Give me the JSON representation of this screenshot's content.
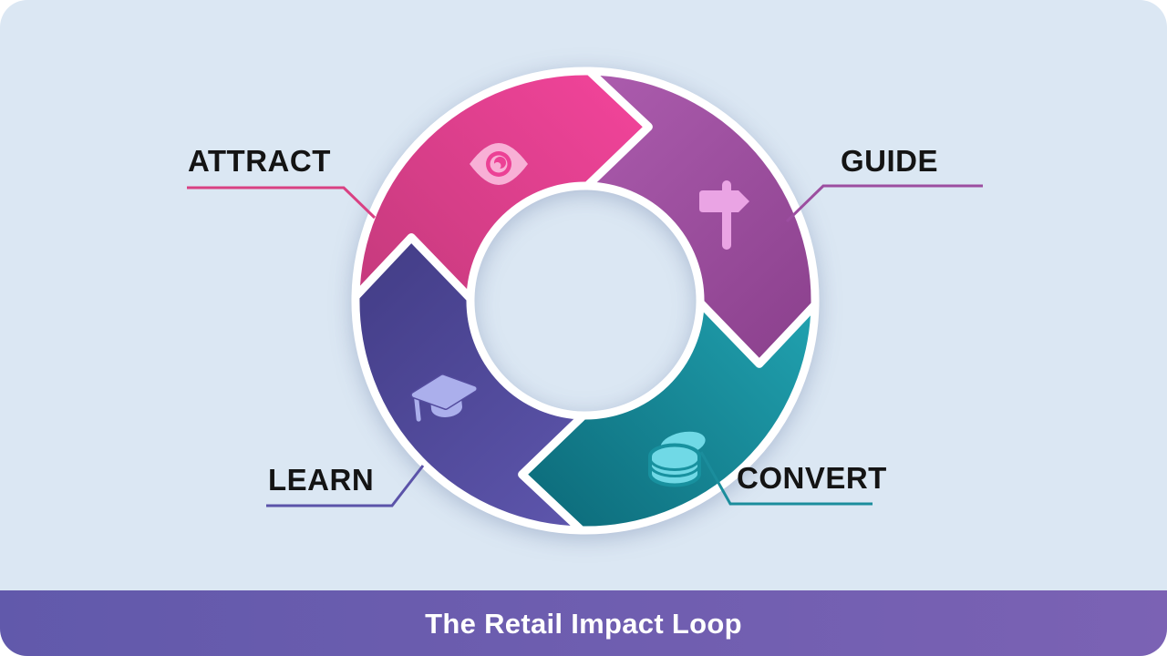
{
  "page": {
    "background": "#ffffff",
    "canvas_bg": "#dbe7f3"
  },
  "title_bar": {
    "text": "The Retail Impact Loop",
    "bg_gradient_left": "#6159ab",
    "bg_gradient_right": "#7b62b4",
    "text_color": "#ffffff"
  },
  "diagram": {
    "type": "cycle-loop",
    "label_color": "#141414",
    "segments": [
      {
        "label": "ATTRACT",
        "icon": "eye-icon",
        "color_light": "#ef4398",
        "color_dark": "#c43a7c",
        "icon_color": "#f8b0d6",
        "icon_bg": "#ec4195",
        "line_color": "#d94183"
      },
      {
        "label": "GUIDE",
        "icon": "signpost-icon",
        "color_light": "#ac5cae",
        "color_dark": "#8e4390",
        "icon_color": "#eaa4e4",
        "icon_bg": "#a4539f",
        "line_color": "#9c4ea0"
      },
      {
        "label": "CONVERT",
        "icon": "coins-icon",
        "color_light": "#21a2b0",
        "color_dark": "#0e6f7e",
        "icon_color": "#70d9e6",
        "icon_bg": "#18919f",
        "line_color": "#1b8d9c"
      },
      {
        "label": "LEARN",
        "icon": "graduation-cap-icon",
        "color_light": "#5e56ad",
        "color_dark": "#453f8a",
        "icon_color": "#abafec",
        "icon_bg": "#544c9e",
        "line_color": "#5b53a9"
      }
    ]
  }
}
